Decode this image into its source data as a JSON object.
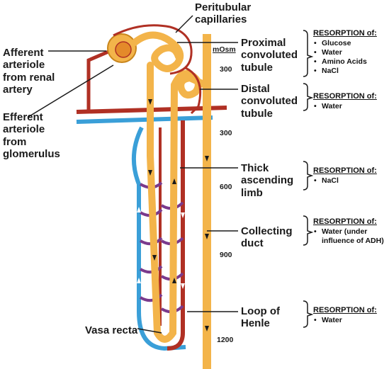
{
  "labels": {
    "peritubular": "Peritubular\ncapillaries",
    "afferent": "Afferent\narteriole\nfrom renal\nartery",
    "efferent": "Efferent\narteriole\nfrom\nglomerulus",
    "proximal": "Proximal\nconvoluted\ntubule",
    "distal": "Distal\nconvoluted\ntubule",
    "thick_ascending": "Thick\nascending\nlimb",
    "collecting": "Collecting\nduct",
    "loop": "Loop of\nHenle",
    "vasa_recta": "Vasa recta"
  },
  "osmolarity": {
    "unit": "mOsm",
    "values": [
      "300",
      "300",
      "600",
      "900",
      "1200"
    ]
  },
  "resorption": [
    {
      "heading": "RESORPTION of:",
      "items": [
        "Glucose",
        "Water",
        "Amino Acids",
        "NaCl"
      ]
    },
    {
      "heading": "RESORPTION of:",
      "items": [
        "Water"
      ]
    },
    {
      "heading": "RESORPTION of:",
      "items": [
        "NaCl"
      ]
    },
    {
      "heading": "RESORPTION of:",
      "items": [
        "Water (under influence of ADH)"
      ]
    },
    {
      "heading": "RESORPTION of:",
      "items": [
        "Water"
      ]
    }
  ],
  "colors": {
    "artery": "#b03024",
    "vein": "#3a9fd8",
    "tubule": "#f3b44a",
    "tubule_edge": "#c9861c",
    "capillary_mix": "#7a3a8c"
  }
}
